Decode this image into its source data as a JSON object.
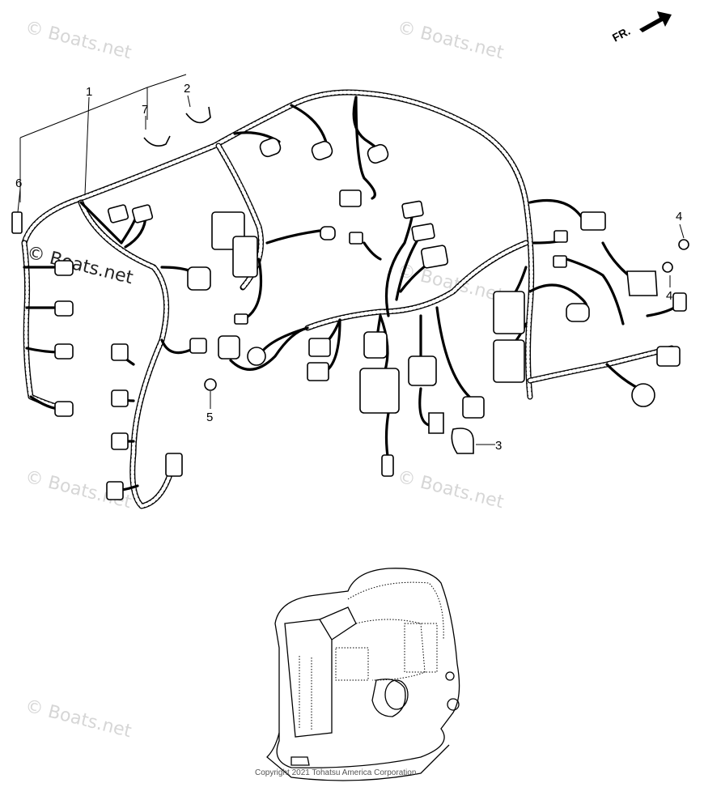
{
  "callouts": {
    "c1": "1",
    "c2": "2",
    "c3": "3",
    "c4a": "4",
    "c4b": "4",
    "c5": "5",
    "c6": "6",
    "c7": "7"
  },
  "orientation": {
    "label": "FR."
  },
  "watermarks": [
    "© Boats.net",
    "© Boats.net",
    "© Boats.net",
    "© Boats.net",
    "© Boats.net",
    "© Boats.net",
    "© Boats.net"
  ],
  "footer": {
    "copyright": "Copyright 2021 Tohatsu America Corporation"
  },
  "icons": {
    "arrow": "front-direction-arrow-icon"
  }
}
